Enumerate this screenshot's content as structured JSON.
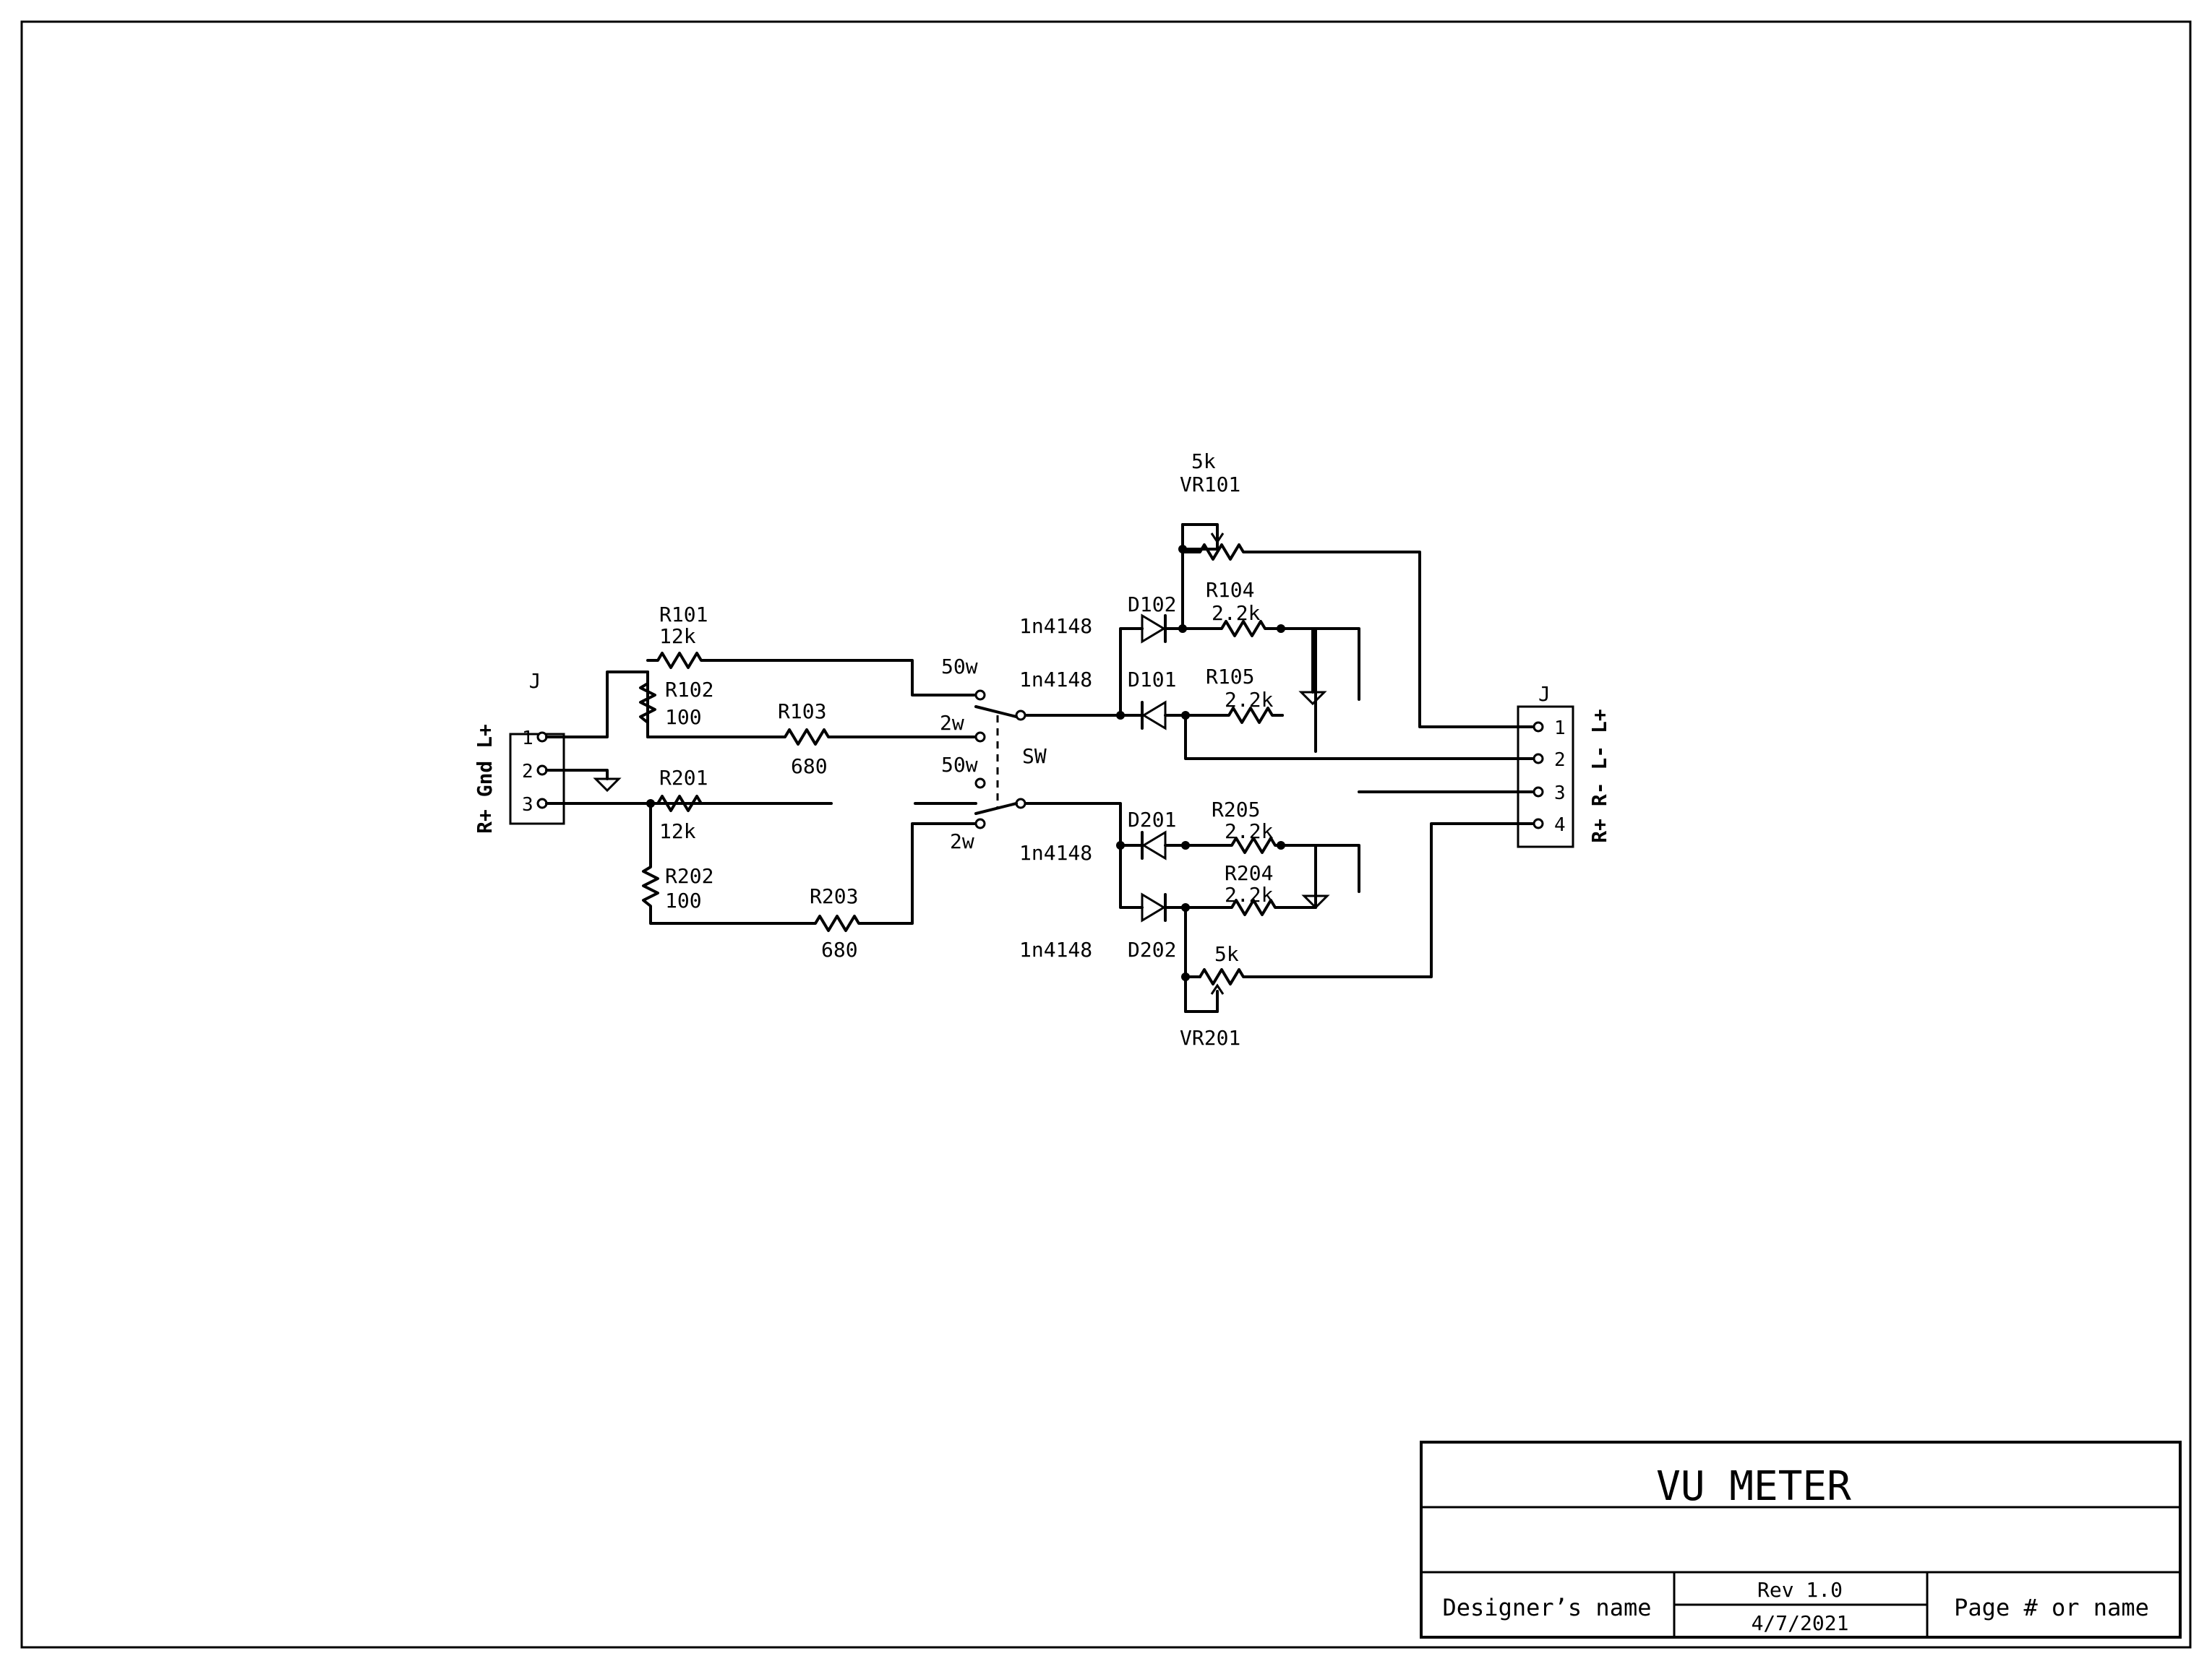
{
  "title_block": {
    "title": "VU METER",
    "designer": "Designer’s name",
    "rev": "Rev 1.0",
    "date": "4/7/2021",
    "page": "Page # or name"
  },
  "input_connector": {
    "ref": "J",
    "pins": [
      "1",
      "2",
      "3"
    ],
    "signal_label": "R+ Gnd L+"
  },
  "output_connector": {
    "ref": "J",
    "pins": [
      "1",
      "2",
      "3",
      "4"
    ],
    "signal_label": "R+ R- L- L+"
  },
  "resistors": {
    "R101": {
      "ref": "R101",
      "value": "12k"
    },
    "R102": {
      "ref": "R102",
      "value": "100"
    },
    "R103": {
      "ref": "R103",
      "value": "680"
    },
    "R104": {
      "ref": "R104",
      "value": "2.2k"
    },
    "R105": {
      "ref": "R105",
      "value": "2.2k"
    },
    "R201": {
      "ref": "R201",
      "value": "12k"
    },
    "R202": {
      "ref": "R202",
      "value": "100"
    },
    "R203": {
      "ref": "R203",
      "value": "680"
    },
    "R204": {
      "ref": "R204",
      "value": "2.2k"
    },
    "R205": {
      "ref": "R205",
      "value": "2.2k"
    }
  },
  "pots": {
    "VR101": {
      "ref": "VR101",
      "value": "5k"
    },
    "VR201": {
      "ref": "VR201",
      "value": "5k"
    }
  },
  "diodes": {
    "D101": {
      "ref": "D101",
      "part": "1n4148"
    },
    "D102": {
      "ref": "D102",
      "part": "1n4148"
    },
    "D201": {
      "ref": "D201",
      "part": "1n4148"
    },
    "D202": {
      "ref": "D202",
      "part": "1n4148"
    }
  },
  "switch": {
    "ref": "SW",
    "upper_throw_a": "50w",
    "upper_throw_b": "2w",
    "lower_throw_a": "50w",
    "lower_throw_b": "2w"
  }
}
